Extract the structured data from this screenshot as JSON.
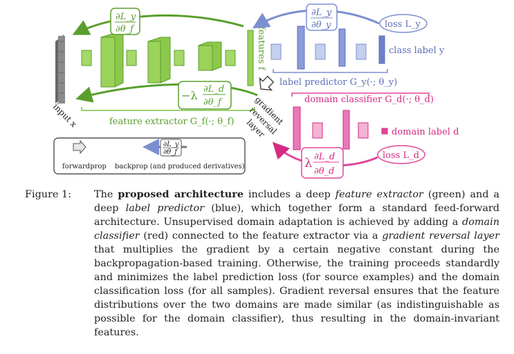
{
  "figure": {
    "input_label": "input x",
    "features_label": "features f",
    "feature_extractor_label": "feature extractor G_f(·; θ_f)",
    "label_predictor_label": "label predictor G_y(·; θ_y)",
    "domain_classifier_label": "domain classifier G_d(·; θ_d)",
    "class_label": "class label y",
    "domain_label": "domain label d",
    "loss_y": "loss L_y",
    "loss_d": "loss L_d",
    "grl_label_1": "gradient",
    "grl_label_2": "reversal",
    "grl_label_3": "layer",
    "dLy_dthf_num": "∂L_y",
    "dLy_dthf_den": "∂θ_f",
    "dLy_dthy_num": "∂L_y",
    "dLy_dthy_den": "∂θ_y",
    "neg_lambda": "−λ",
    "dLd_dthf_num": "∂L_d",
    "dLd_dthf_den": "∂θ_f",
    "lambda": "λ",
    "dLd_dthd_num": "∂L_d",
    "dLd_dthd_den": "∂θ_d",
    "legend_forwardprop": "forwardprop",
    "legend_backprop": "backprop (and produced derivatives)",
    "legend_num": "∂L_y",
    "legend_den": "∂θ_f",
    "colors": {
      "green": "#7cc242",
      "blue": "#7b8fd0",
      "pink": "#e0479b"
    }
  },
  "caption": {
    "label": "Figure 1:",
    "t1": "The ",
    "b1": "proposed architecture",
    "t2": " includes a deep ",
    "i1": "feature extractor",
    "t3": " (green) and a deep ",
    "i2": "label predictor",
    "t4": " (blue), which together form a standard feed-forward architecture. Unsupervised domain adaptation is achieved by adding a ",
    "i3": "domain classifier",
    "t5": " (red) connected to the feature extractor via a ",
    "i4": "gradient reversal layer",
    "t6": " that multiplies the gradient by a certain negative constant during the backpropagation-based training. Otherwise, the training proceeds standardly and minimizes the label prediction loss (for source examples) and the domain classification loss (for all samples). Gradient reversal ensures that the feature distributions over the two domains are made similar (as indistinguishable as possible for the domain classifier), thus resulting in the domain-invariant features."
  }
}
